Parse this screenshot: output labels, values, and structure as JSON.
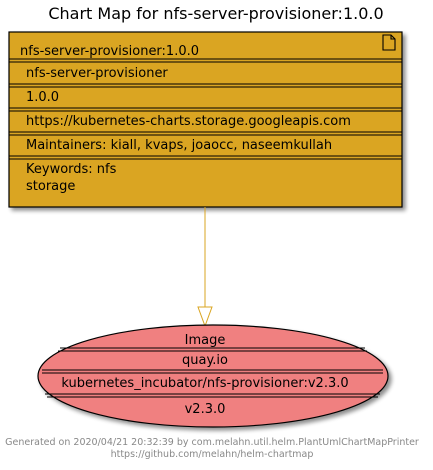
{
  "title": "Chart Map for nfs-server-provisioner:1.0.0",
  "chart_node": {
    "header": "nfs-server-provisioner:1.0.0",
    "icon": "document-icon",
    "name": "nfs-server-provisioner",
    "version": "1.0.0",
    "repo": "https://kubernetes-charts.storage.googleapis.com",
    "maintainers": "Maintainers: kiall, kvaps, joaocc, naseemkullah",
    "keywords_line1": "Keywords: nfs",
    "keywords_line2": "storage",
    "fill_color": "#DAA520",
    "border_color": "#000000"
  },
  "image_node": {
    "header": "Image",
    "registry": "quay.io",
    "repository": "kubernetes_incubator/nfs-provisioner:v2.3.0",
    "tag": "v2.3.0",
    "fill_color": "#F08080"
  },
  "connector_color": "#DAA520",
  "footer": {
    "line1": "Generated on 2020/04/21 20:32:39 by com.melahn.util.helm.PlantUmlChartMapPrinter",
    "line2": "https://github.com/melahn/helm-chartmap"
  }
}
